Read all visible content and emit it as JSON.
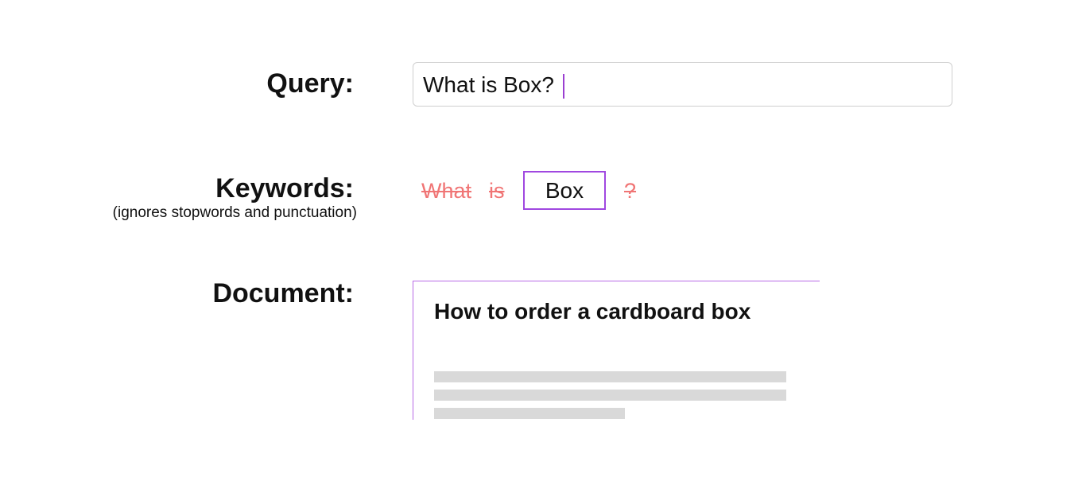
{
  "labels": {
    "query": "Query:",
    "keywords": "Keywords:",
    "keywords_note": "(ignores stopwords and punctuation)",
    "document": "Document:"
  },
  "query": {
    "value": "What is Box?"
  },
  "keywords": {
    "tokens": [
      {
        "text": "What",
        "status": "ignored"
      },
      {
        "text": "is",
        "status": "ignored"
      },
      {
        "text": "Box",
        "status": "keyword"
      },
      {
        "text": "?",
        "status": "ignored"
      }
    ]
  },
  "document": {
    "title": "How to order a cardboard box",
    "placeholder_lines": 3
  },
  "colors": {
    "accent": "#a048e0",
    "ignored": "#f07575",
    "placeholder": "#d9d9d9",
    "input_border": "#cfcfcf"
  }
}
